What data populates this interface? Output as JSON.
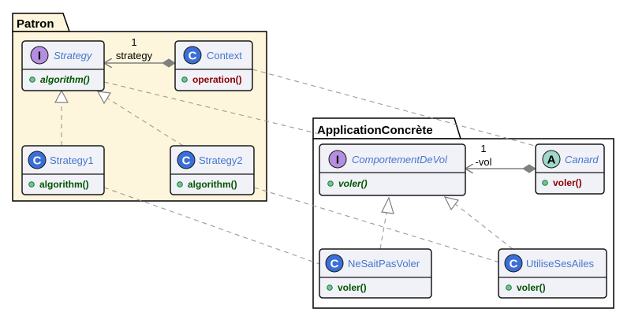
{
  "packages": {
    "patron": {
      "name": "Patron"
    },
    "application": {
      "name": "ApplicationConcrète"
    }
  },
  "classes": {
    "strategy": {
      "stereotype": "I",
      "name": "Strategy",
      "method": "algorithm()"
    },
    "context": {
      "stereotype": "C",
      "name": "Context",
      "method": "operation()"
    },
    "strategy1": {
      "stereotype": "C",
      "name": "Strategy1",
      "method": "algorithm()"
    },
    "strategy2": {
      "stereotype": "C",
      "name": "Strategy2",
      "method": "algorithm()"
    },
    "comportement": {
      "stereotype": "I",
      "name": "ComportementDeVol",
      "method": "voler()"
    },
    "canard": {
      "stereotype": "A",
      "name": "Canard",
      "method": "voler()"
    },
    "nesaitpas": {
      "stereotype": "C",
      "name": "NeSaitPasVoler",
      "method": "voler()"
    },
    "utilise": {
      "stereotype": "C",
      "name": "UtiliseSesAiles",
      "method": "voler()"
    }
  },
  "associations": {
    "context_strategy": {
      "multiplicity": "1",
      "role": "strategy"
    },
    "canard_vol": {
      "multiplicity": "1",
      "role": "-vol"
    }
  },
  "colors": {
    "package_patron_fill": "#fef6dc",
    "package_app_fill": "#ffffff",
    "class_fill": "#f1f1f8",
    "class_name": "#4477cc",
    "method_green": "#005500",
    "method_red": "#8b0000"
  }
}
